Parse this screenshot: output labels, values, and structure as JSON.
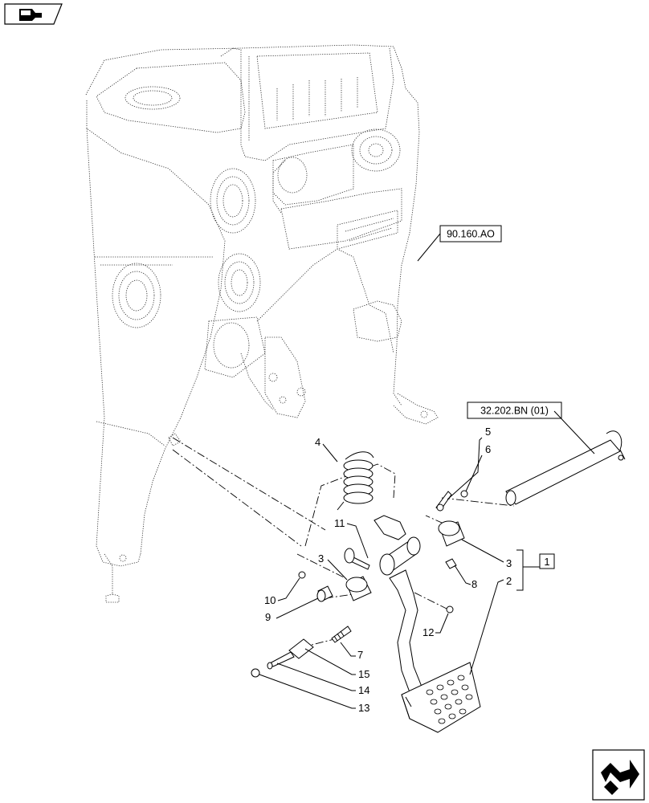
{
  "references": {
    "cab_ref": "90.160.AO",
    "shaft_ref": "32.202.BN (01)"
  },
  "callouts": {
    "c1": "1",
    "c2": "2",
    "c3a": "3",
    "c3b": "3",
    "c4": "4",
    "c5": "5",
    "c6": "6",
    "c7": "7",
    "c8": "8",
    "c9": "9",
    "c10": "10",
    "c11": "11",
    "c12": "12",
    "c13": "13",
    "c14": "14",
    "c15": "15"
  },
  "icons": {
    "top_left": "book-arrow-icon",
    "bottom_right": "next-page-arrow-icon"
  }
}
